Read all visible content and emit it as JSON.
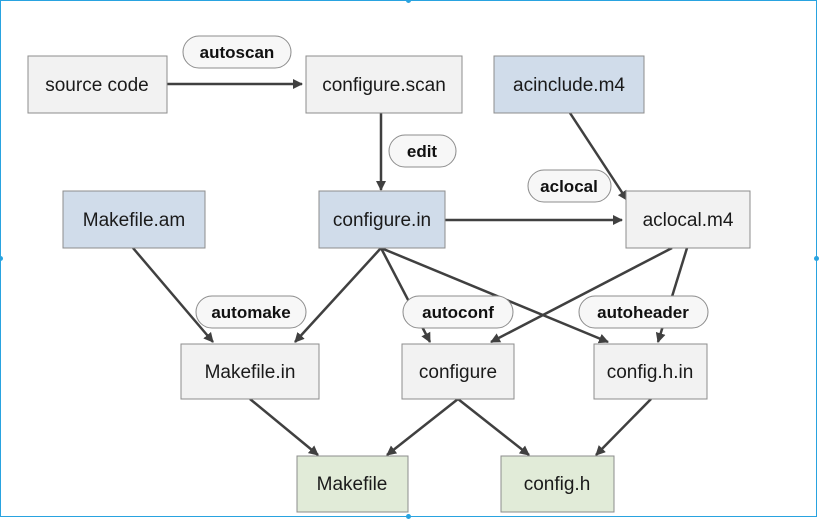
{
  "nodes": {
    "source_code": "source code",
    "configure_scan": "configure.scan",
    "acinclude_m4": "acinclude.m4",
    "makefile_am": "Makefile.am",
    "configure_in": "configure.in",
    "aclocal_m4": "aclocal.m4",
    "makefile_in": "Makefile.in",
    "configure": "configure",
    "config_h_in": "config.h.in",
    "makefile": "Makefile",
    "config_h": "config.h"
  },
  "tools": {
    "autoscan": "autoscan",
    "edit": "edit",
    "aclocal": "aclocal",
    "automake": "automake",
    "autoconf": "autoconf",
    "autoheader": "autoheader"
  },
  "colors": {
    "default_fill": "#f2f2f2",
    "blue_fill": "#d0dcea",
    "green_fill": "#e1ebd8",
    "box_border": "#8c8c8c",
    "arrow": "#404040",
    "selection": "#29a3e0"
  }
}
